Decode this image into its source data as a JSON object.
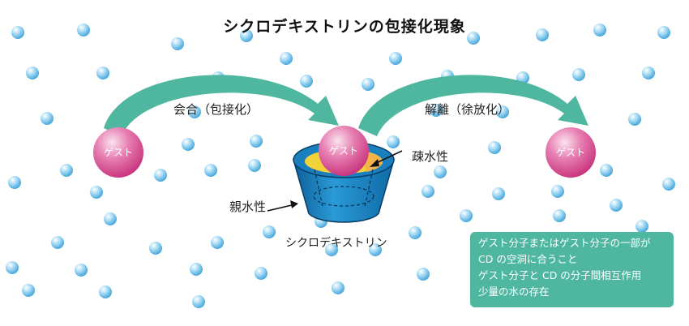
{
  "title": "シクロデキストリンの包接化現象",
  "arrows": {
    "association": "会合（包接化）",
    "dissociation": "解離（徐放化）"
  },
  "guest_label": "ゲスト",
  "cd_label": "シクロデキストリン",
  "hydrophobic_label": "疎水性",
  "hydrophilic_label": "親水性",
  "info_box": {
    "lines": [
      "ゲスト分子またはゲスト分子の一部が",
      "CD の空洞に合うこと",
      "ゲスト分子と CD の分子間相互作用",
      "少量の水の存在"
    ]
  },
  "colors": {
    "water_drop": "#7ec8ef",
    "arrow": "#4fb7a0",
    "guest": "#d9478f",
    "cd_body": "#1b88c8",
    "cavity_hydrophobic": "#f2d23b",
    "cavity_orange": "#f0b44a"
  }
}
